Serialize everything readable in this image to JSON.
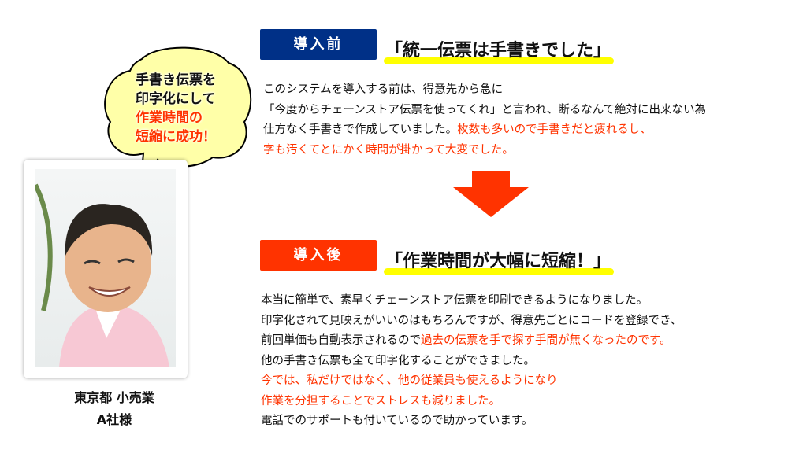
{
  "bubble": {
    "lines": [
      "手書き伝票を",
      "印字化にして"
    ],
    "highlight_lines": [
      "作業時間の",
      "短縮に成功！"
    ]
  },
  "customer": {
    "line1": "東京都 小売業",
    "line2": "A社様"
  },
  "before": {
    "tag": "導入前",
    "title": "「統一伝票は手書きでした」",
    "lines": [
      "このシステムを導入する前は、得意先から急に",
      "「今度からチェーンストア伝票を使ってくれ」と言われ、断るなんて絶対に出来ない為"
    ],
    "line3_plain": "仕方なく手書きで作成していました。",
    "line3_red": "枚数も多いので手書きだと疲れるし、",
    "line4_red": "字も汚くてとにかく時間が掛かって大変でした。"
  },
  "after": {
    "tag": "導入後",
    "title": "「作業時間が大幅に短縮！」",
    "line1": "本当に簡単で、素早くチェーンストア伝票を印刷できるようになりました。",
    "line2": "印字化されて見映えがいいのはもちろんですが、得意先ごとにコードを登録でき、",
    "line3_plain": "前回単価も自動表示されるので",
    "line3_red": "過去の伝票を手で探す手間が無くなったのです。",
    "line4": "他の手書き伝票も全て印字化することができました。",
    "line5_red": "今では、私だけではなく、他の従業員も使えるようになり",
    "line6_red": "作業を分担することでストレスも減りました。",
    "line7": "電話でのサポートも付いているので助かっています。"
  },
  "colors": {
    "navy": "#003087",
    "red": "#ff3300",
    "highlight": "#ffff00",
    "bubble": "#ffffa8"
  }
}
